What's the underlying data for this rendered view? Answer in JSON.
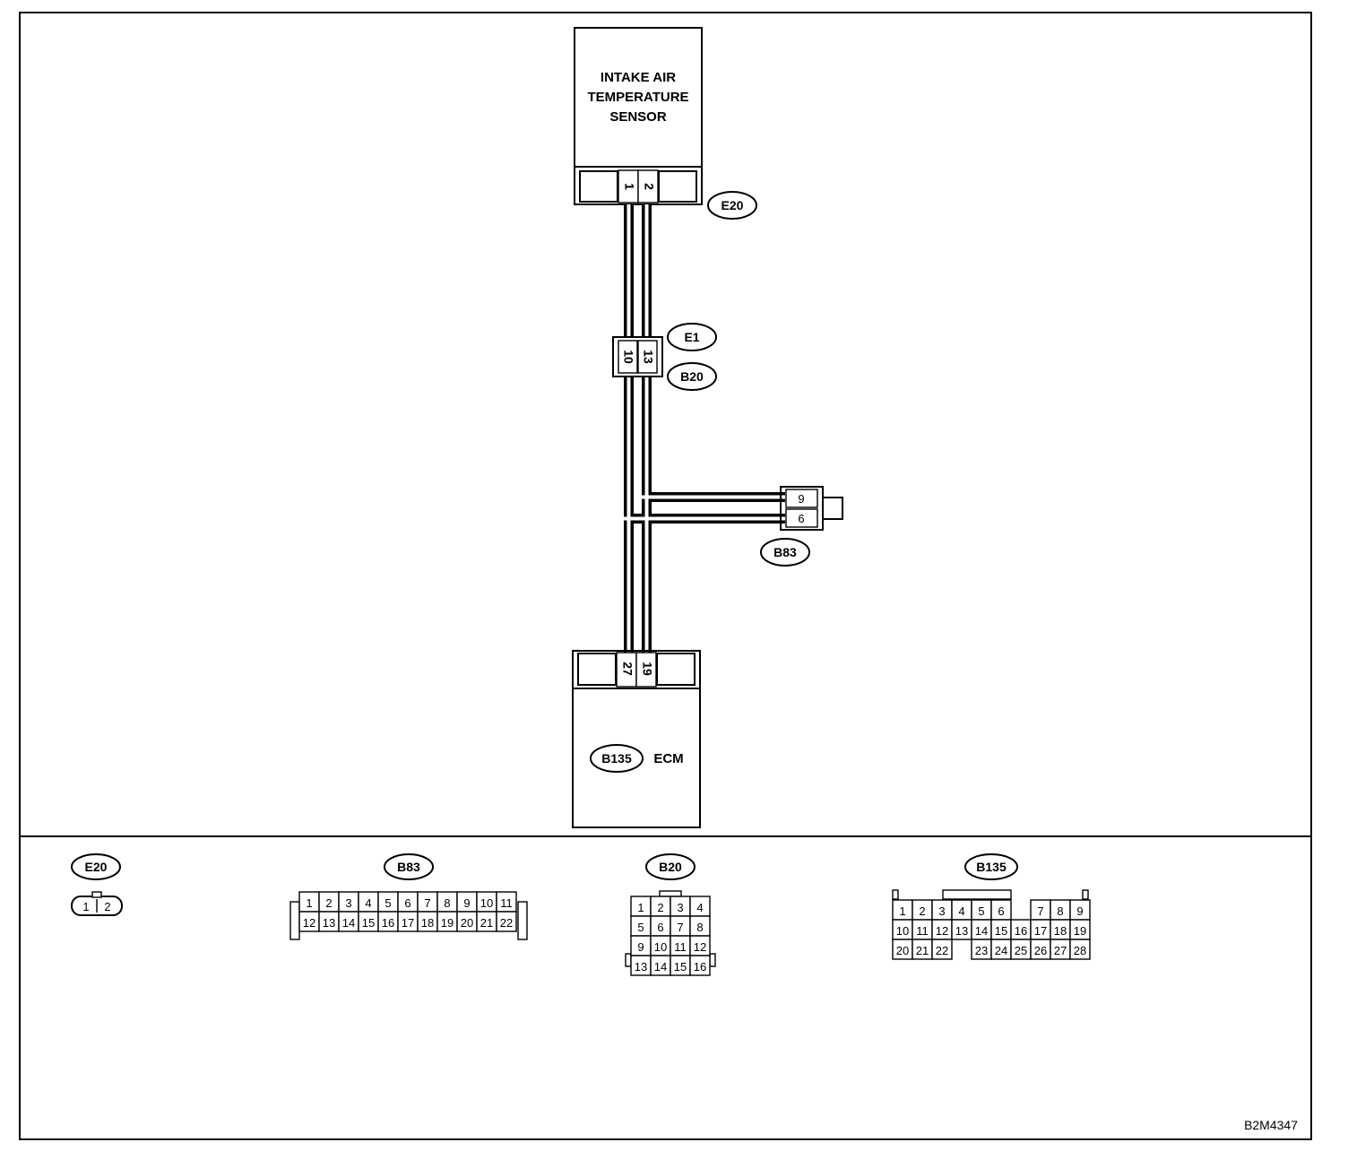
{
  "sensor": {
    "title_lines": [
      "INTAKE AIR",
      "TEMPERATURE",
      "SENSOR"
    ],
    "connector_id": "E20",
    "pins": [
      "1",
      "2"
    ]
  },
  "joint": {
    "ids": [
      "E1",
      "B20"
    ],
    "pins": [
      "10",
      "13"
    ]
  },
  "branch": {
    "connector_id": "B83",
    "pins": [
      "9",
      "6"
    ]
  },
  "ecm": {
    "title": "ECM",
    "connector_id": "B135",
    "pins": [
      "27",
      "19"
    ]
  },
  "legend": {
    "e20": {
      "id": "E20",
      "cells": [
        "1",
        "2"
      ]
    },
    "b83": {
      "id": "B83",
      "rows": [
        [
          "1",
          "2",
          "3",
          "4",
          "5",
          "6",
          "7",
          "8",
          "9",
          "10",
          "11"
        ],
        [
          "12",
          "13",
          "14",
          "15",
          "16",
          "17",
          "18",
          "19",
          "20",
          "21",
          "22"
        ]
      ]
    },
    "b20": {
      "id": "B20",
      "rows": [
        [
          "1",
          "2",
          "3",
          "4"
        ],
        [
          "5",
          "6",
          "7",
          "8"
        ],
        [
          "9",
          "10",
          "11",
          "12"
        ],
        [
          "13",
          "14",
          "15",
          "16"
        ]
      ]
    },
    "b135": {
      "id": "B135",
      "rows": [
        [
          "1",
          "2",
          "3",
          "4",
          "5",
          "6",
          "",
          "7",
          "8",
          "9"
        ],
        [
          "10",
          "11",
          "12",
          "13",
          "14",
          "15",
          "16",
          "17",
          "18",
          "19"
        ],
        [
          "20",
          "21",
          "22",
          "",
          "23",
          "24",
          "25",
          "26",
          "27",
          "28"
        ]
      ]
    }
  },
  "figure_code": "B2M4347"
}
